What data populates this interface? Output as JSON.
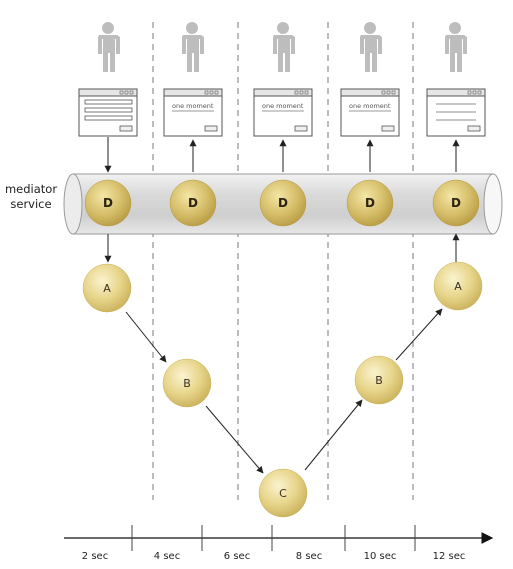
{
  "mediator": {
    "label_line1": "mediator",
    "label_line2": "service"
  },
  "node_labels": {
    "gateway": "D",
    "a": "A",
    "b": "B",
    "c": "C"
  },
  "window_text": {
    "waiting": "one moment"
  },
  "timeline": {
    "ticks": [
      "2 sec",
      "4 sec",
      "6 sec",
      "8 sec",
      "10 sec",
      "12 sec"
    ]
  },
  "colors": {
    "person": "#bdbdbd",
    "pipe": "#dddddd",
    "node_fill": "#e7d58a",
    "node_edge": "#c8b25a",
    "arrow": "#222222",
    "divider": "#7a7a7a"
  },
  "icons": {
    "person": "person-icon",
    "window": "application-window-icon"
  }
}
